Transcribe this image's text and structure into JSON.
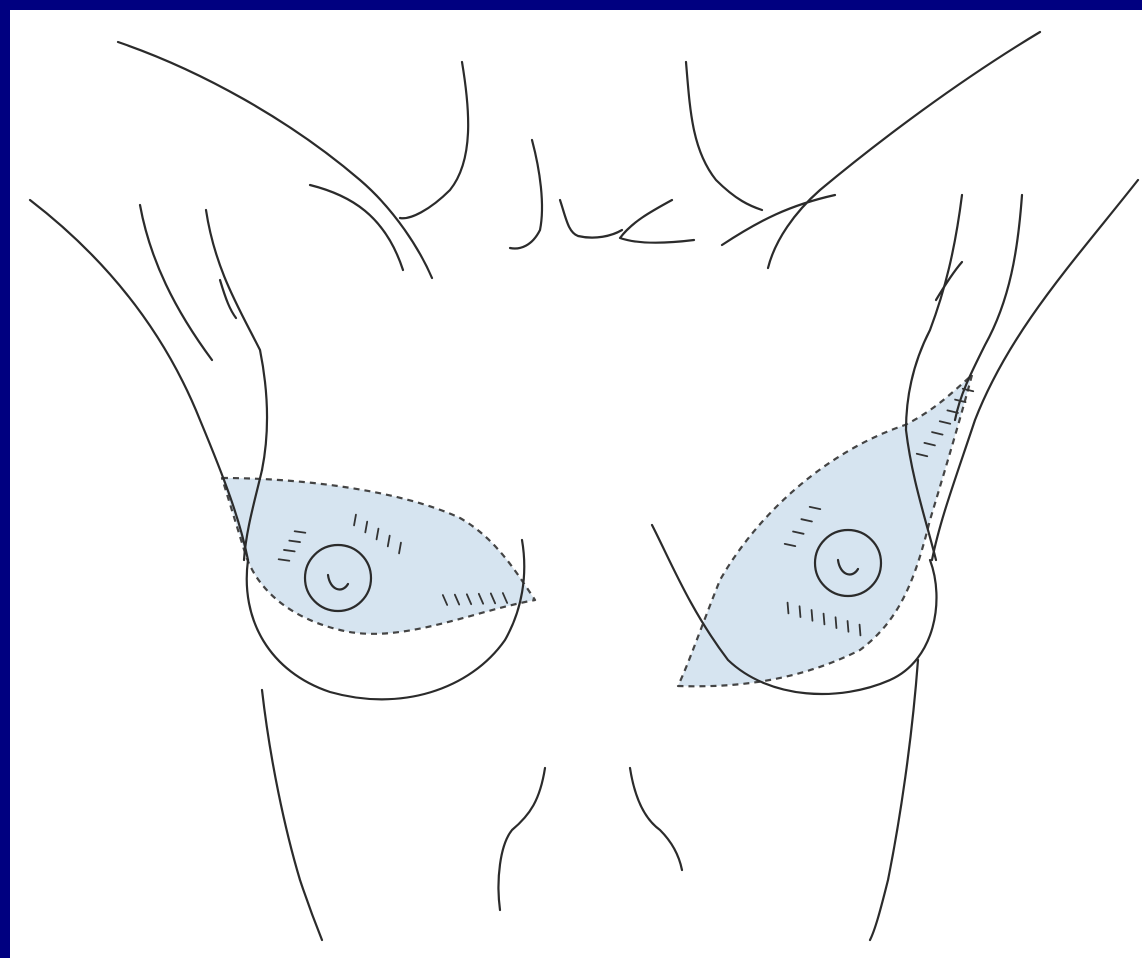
{
  "colors": {
    "frame": "#000080",
    "background": "#ffffff",
    "outline": "#2b2b2b",
    "excision_fill": "#d6e4f0"
  },
  "figure": {
    "subject": "anterior-torso-outline",
    "marked_regions": [
      "right-breast-excision-area",
      "left-breast-excision-area"
    ]
  }
}
